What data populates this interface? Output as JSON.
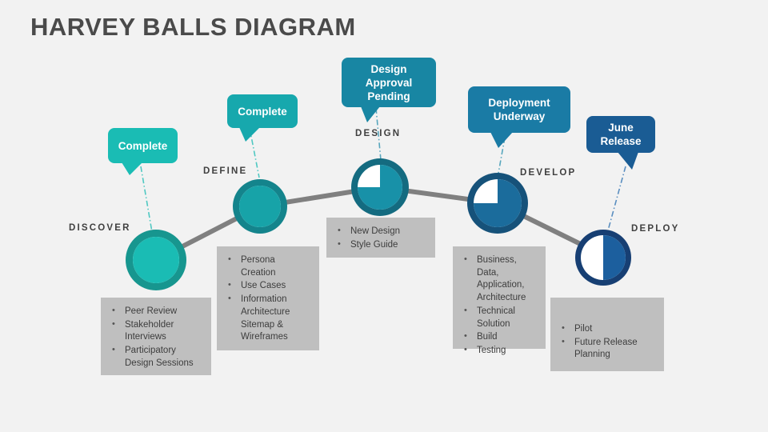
{
  "title": "HARVEY BALLS DIAGRAM",
  "colors": {
    "background": "#f2f2f2",
    "title": "#4a4a4a",
    "spine": "#808080",
    "detail_box": "#bfbfbf",
    "detail_text": "#3d3d3d",
    "stage_label": "#404040",
    "teal_light": "#1abcb4",
    "teal_light_ring": "#17968f",
    "teal": "#17a3a8",
    "teal_ring": "#14848c",
    "teal_dark": "#1891a8",
    "teal_dark_ring": "#146b80",
    "blue": "#1b6c9c",
    "blue_ring": "#16527a",
    "blue_dark": "#1c5f9e",
    "blue_dark_ring": "#173f73",
    "callout_1": "#1abcb4",
    "callout_2": "#17a8ad",
    "callout_3": "#1886a3",
    "callout_4": "#1a7ba5",
    "callout_5": "#1a5c94",
    "white": "#ffffff"
  },
  "stages": [
    {
      "key": "discover",
      "label": "DISCOVER",
      "callout": "Complete",
      "fill_percent": 100,
      "items": [
        "Peer Review",
        "Stakeholder Interviews",
        "Participatory Design Sessions"
      ]
    },
    {
      "key": "define",
      "label": "DEFINE",
      "callout": "Complete",
      "fill_percent": 100,
      "items": [
        "Persona Creation",
        "Use Cases",
        "Information Architecture Sitemap & Wireframes"
      ]
    },
    {
      "key": "design",
      "label": "DESIGN",
      "callout": "Design Approval Pending",
      "fill_percent": 75,
      "items": [
        "New Design",
        "Style Guide"
      ]
    },
    {
      "key": "develop",
      "label": "DEVELOP",
      "callout": "Deployment Underway",
      "fill_percent": 75,
      "items": [
        "Business, Data, Application, Architecture",
        "Technical Solution",
        "Build",
        "Testing"
      ]
    },
    {
      "key": "deploy",
      "label": "DEPLOY",
      "callout": "June Release",
      "fill_percent": 50,
      "items": [
        "Pilot",
        "Future Release Planning"
      ]
    }
  ]
}
